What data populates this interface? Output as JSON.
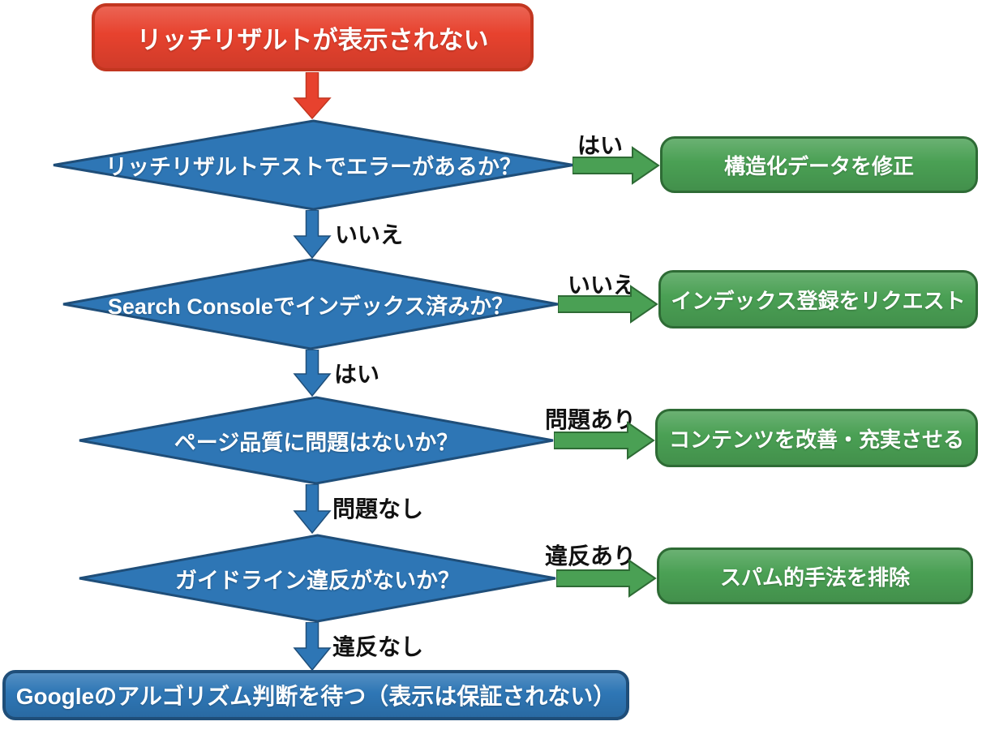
{
  "flow": {
    "start": "リッチリザルトが表示されない",
    "steps": [
      {
        "question": "リッチリザルトテストでエラーがあるか？",
        "branch": "はい",
        "action": "構造化データを修正",
        "continue": "いいえ"
      },
      {
        "question": "Search Consoleでインデックス済みか？",
        "branch": "いいえ",
        "action": "インデックス登録をリクエスト",
        "continue": "はい"
      },
      {
        "question": "ページ品質に問題はないか？",
        "branch": "問題あり",
        "action": "コンテンツを改善・充実させる",
        "continue": "問題なし"
      },
      {
        "question": "ガイドライン違反がないか？",
        "branch": "違反あり",
        "action": "スパム的手法を排除",
        "continue": "違反なし"
      }
    ],
    "end": "Googleのアルゴリズム判断を待つ（表示は保証されない）"
  },
  "colors": {
    "problem_red": "#e7422e",
    "problem_red_border": "#c23620",
    "decision_blue": "#2e76b5",
    "decision_blue_border": "#1f4e79",
    "action_green": "#4aa054",
    "action_green_border": "#2e6b35",
    "label_black": "#111111",
    "text_white": "#ffffff",
    "background": "#ffffff"
  }
}
